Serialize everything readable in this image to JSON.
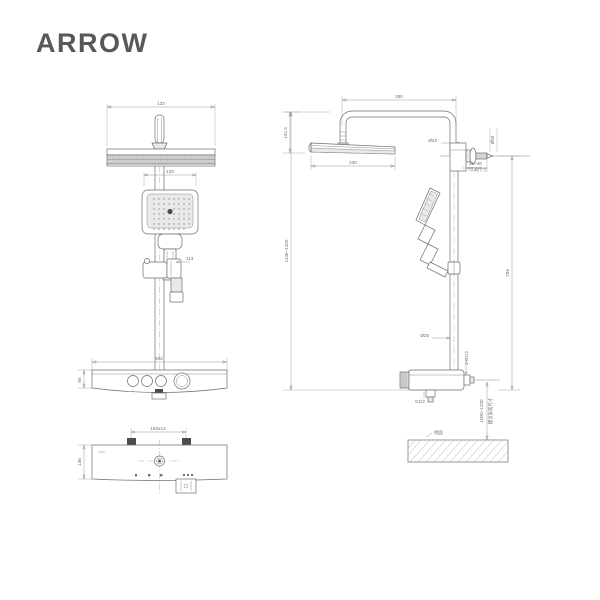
{
  "brand": {
    "name": "ARROW"
  },
  "drawing": {
    "title": "Shower column technical drawing",
    "views": {
      "front": "front-elevation",
      "side": "side-elevation",
      "top": "top-view"
    }
  },
  "dimensions": {
    "front": {
      "overhead_width": "133",
      "handshower_width": "133",
      "bracket": "113",
      "body_width": "402",
      "body_height": "65"
    },
    "top": {
      "stud_spacing": "150±12",
      "body_depth": "136"
    },
    "side": {
      "arm_length": "350",
      "head_height": "142.4",
      "head_length": "230",
      "arm_diameter": "Ø22",
      "inlet_diameter": "Ø50",
      "wall_adjust": "35~40",
      "wall_adjust_note": "可调尺寸",
      "total_height": "1140~1200",
      "bar_height": "754",
      "riser_diameter": "Ø25",
      "inlet_thread": "2-G1/2",
      "outlet_thread": "G1/2",
      "install_height": "1000~1200",
      "install_note": "建议安装尺寸",
      "ground_label": "地面"
    }
  }
}
